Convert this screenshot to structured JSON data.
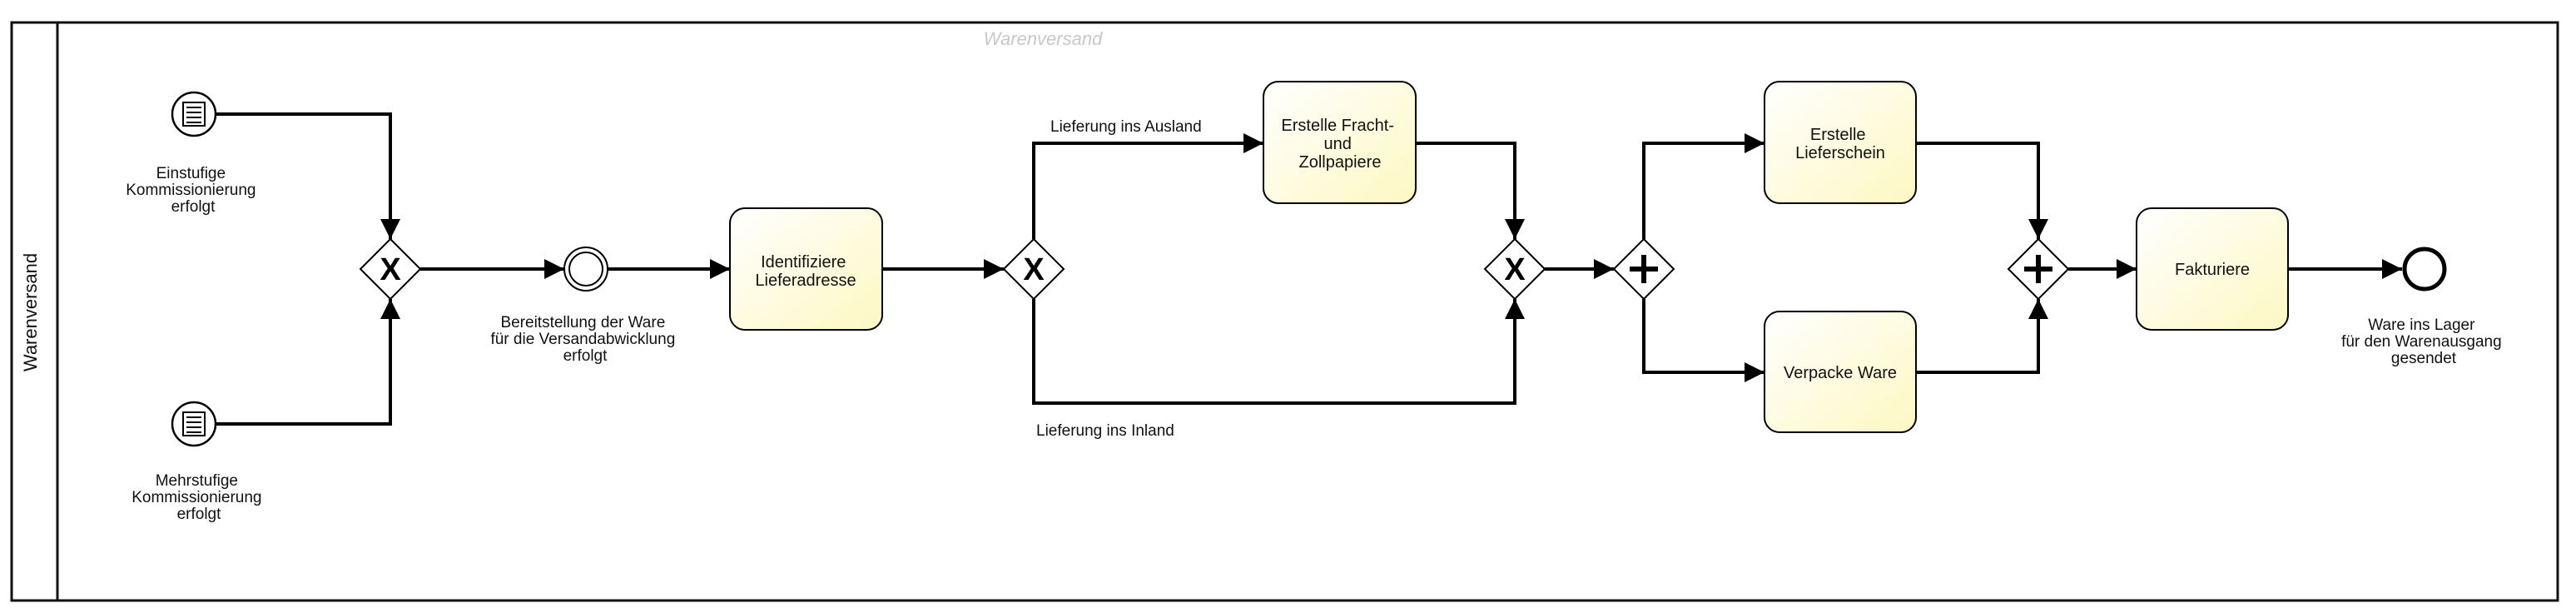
{
  "diagram": {
    "pool_label": "Warenversand",
    "lane_label": "Warenversand",
    "watermark": "Warenversand",
    "colors": {
      "task_fill_light": "#fffff6",
      "task_fill_dark": "#fdf8c2",
      "stroke": "#000000",
      "watermark": "#c8c8c8"
    },
    "events": {
      "start_1": {
        "type": "conditional-start",
        "icon": "conditional-icon",
        "label": [
          "Einstufige",
          "Kommissionierung",
          "erfolgt"
        ]
      },
      "start_2": {
        "type": "conditional-start",
        "icon": "conditional-icon",
        "label": [
          "Mehrstufige",
          "Kommissionierung",
          "erfolgt"
        ]
      },
      "intermediate": {
        "type": "intermediate",
        "label": [
          "Bereitstellung der Ware",
          "für die Versandabwicklung",
          "erfolgt"
        ]
      },
      "end": {
        "type": "end",
        "label": [
          "Ware ins Lager",
          "für den Warenausgang",
          "gesendet"
        ]
      }
    },
    "tasks": {
      "identify": [
        "Identifiziere",
        "Lieferadresse"
      ],
      "freight": [
        "Erstelle Fracht-",
        "und",
        "Zollpapiere"
      ],
      "delivery_note": [
        "Erstelle",
        "Lieferschein"
      ],
      "pack": [
        "Verpacke Ware"
      ],
      "invoice": [
        "Fakturiere"
      ]
    },
    "gateways": {
      "merge_start": {
        "type": "exclusive",
        "symbol": "X"
      },
      "split_country": {
        "type": "exclusive",
        "symbol": "X"
      },
      "merge_country": {
        "type": "exclusive",
        "symbol": "X"
      },
      "split_parallel": {
        "type": "parallel",
        "symbol": "+"
      },
      "merge_parallel": {
        "type": "parallel",
        "symbol": "+"
      }
    },
    "flow_labels": {
      "abroad": "Lieferung ins Ausland",
      "domestic": "Lieferung ins Inland"
    }
  }
}
